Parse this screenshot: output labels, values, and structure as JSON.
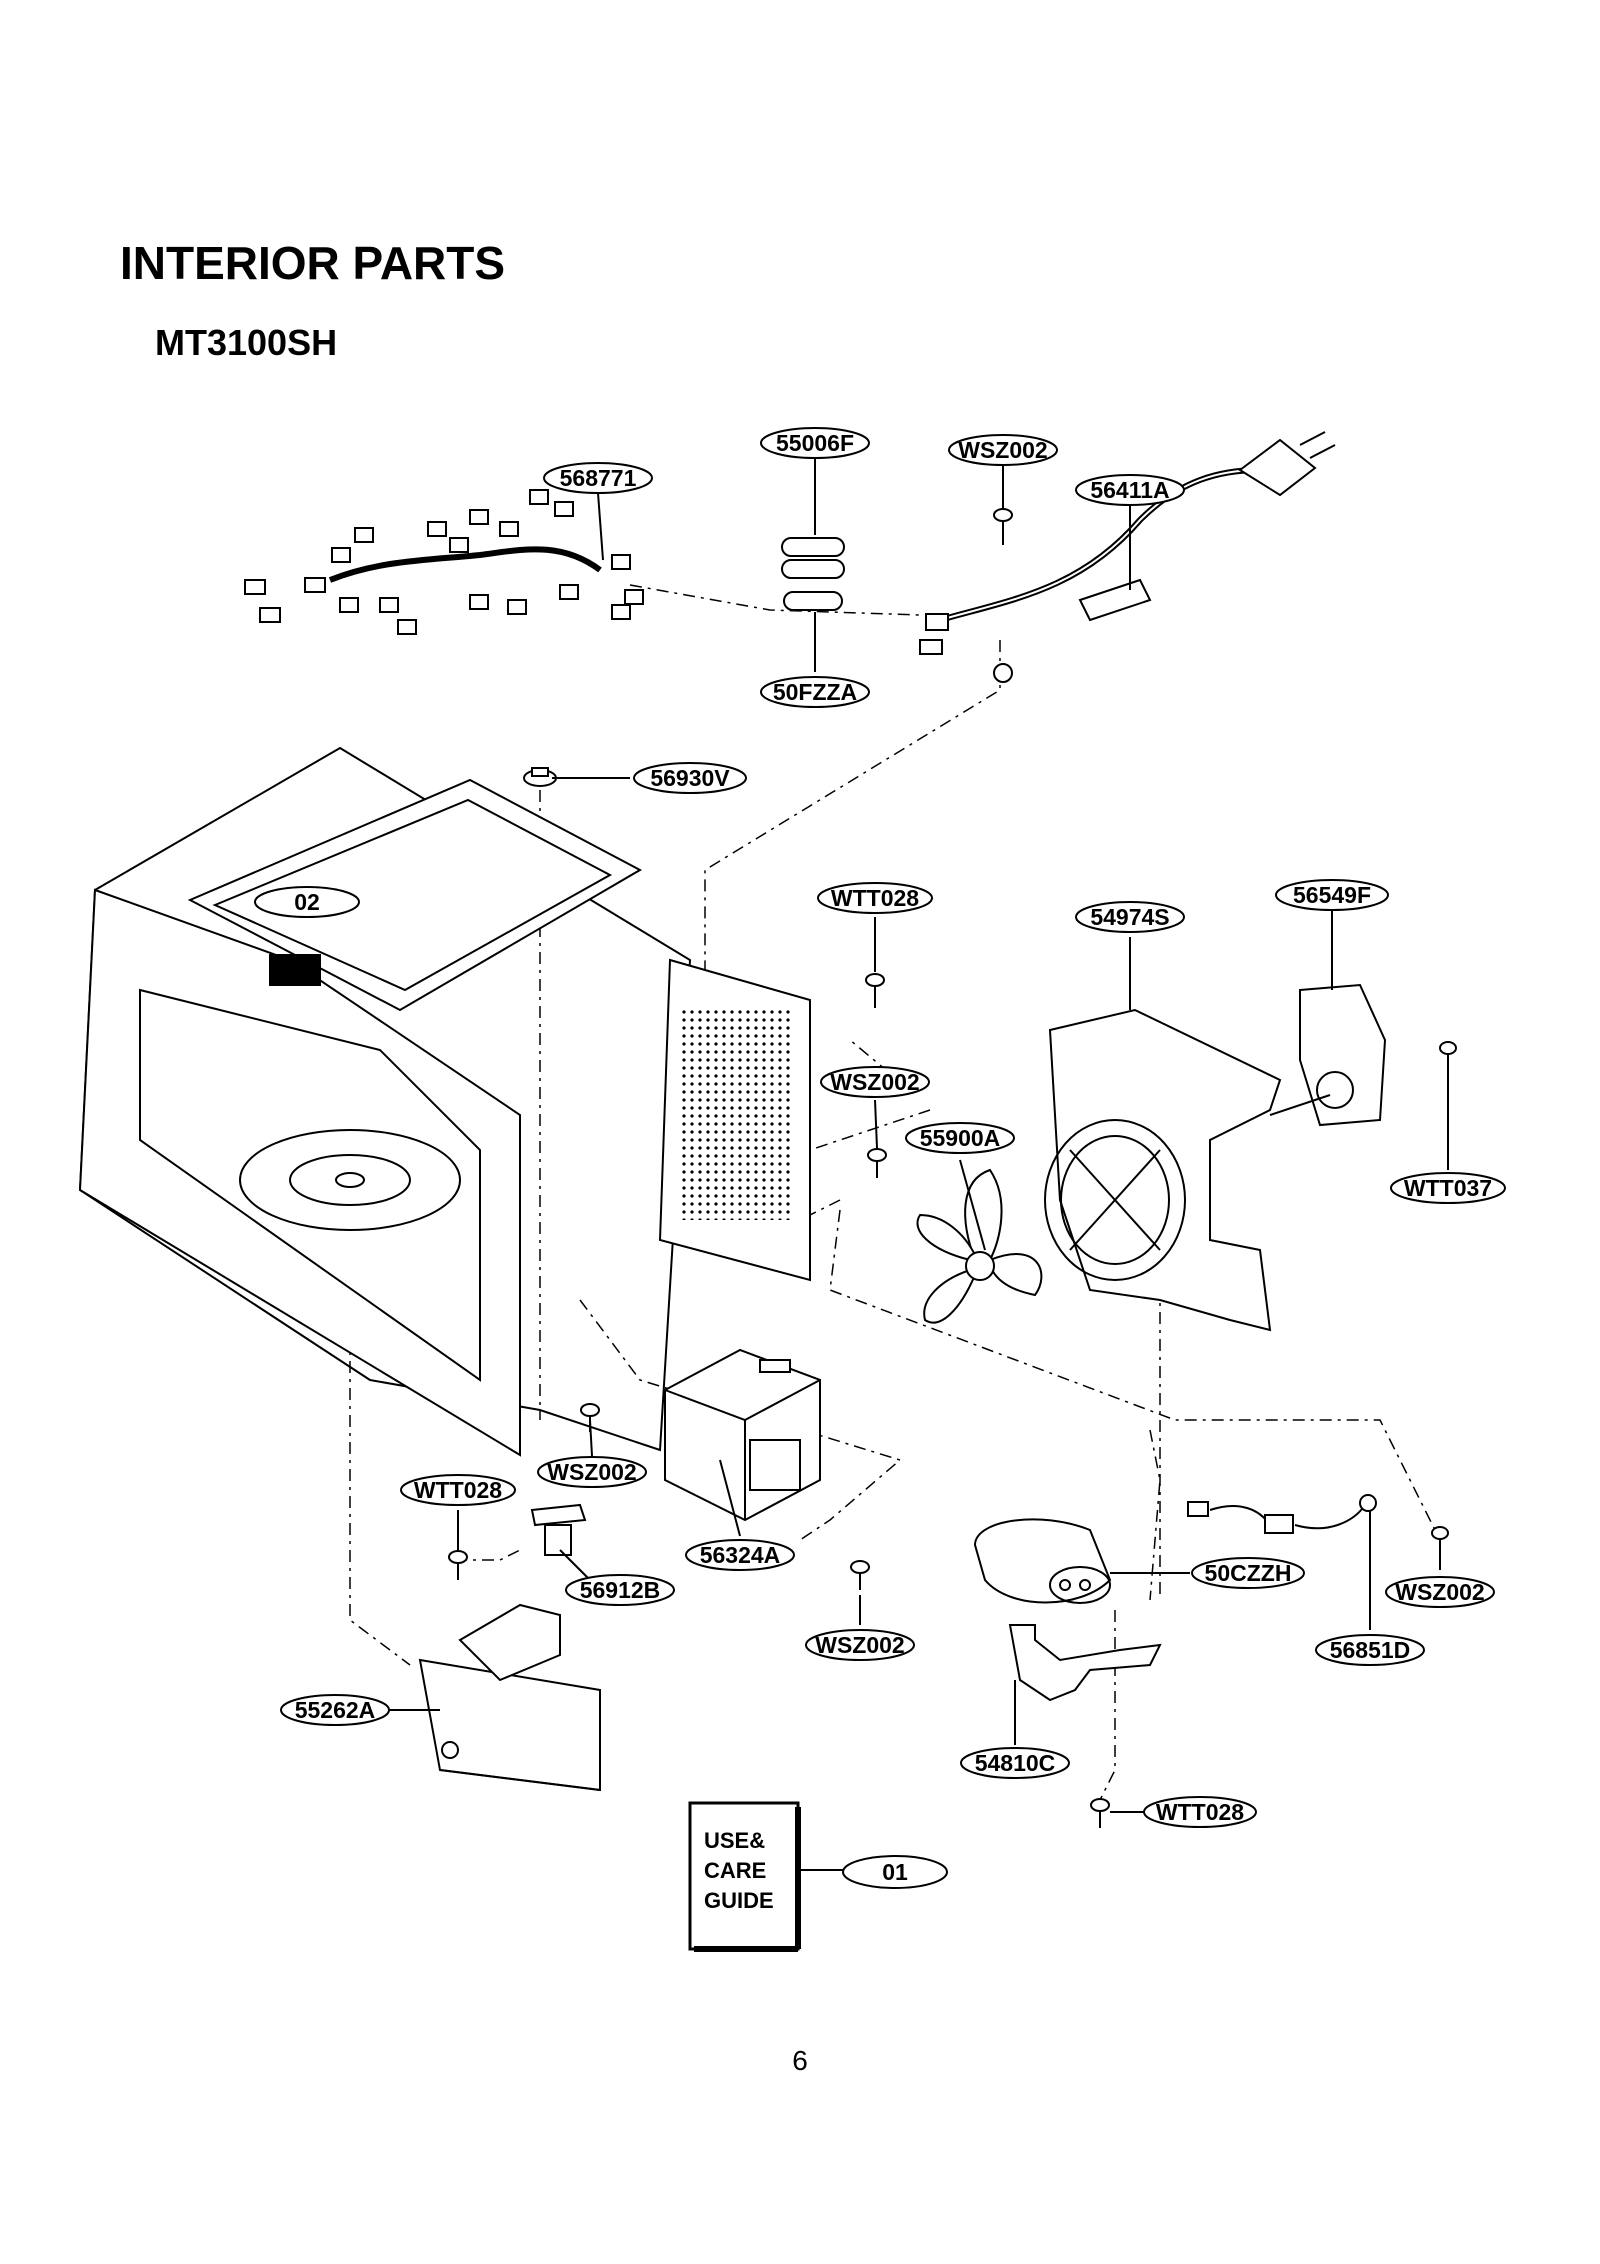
{
  "page": {
    "title": "INTERIOR PARTS",
    "model": "MT3100SH",
    "page_number": "6"
  },
  "guide_booklet": {
    "lines": [
      "USE&",
      "CARE",
      "GUIDE"
    ]
  },
  "callouts": [
    {
      "id": "c-568771",
      "label": "568771"
    },
    {
      "id": "c-55006F",
      "label": "55006F"
    },
    {
      "id": "c-WSZ002-top",
      "label": "WSZ002"
    },
    {
      "id": "c-56411A",
      "label": "56411A"
    },
    {
      "id": "c-50FZZA",
      "label": "50FZZA"
    },
    {
      "id": "c-56930V",
      "label": "56930V"
    },
    {
      "id": "c-02",
      "label": "02"
    },
    {
      "id": "c-WTT028-mid",
      "label": "WTT028"
    },
    {
      "id": "c-54974S",
      "label": "54974S"
    },
    {
      "id": "c-56549F",
      "label": "56549F"
    },
    {
      "id": "c-WSZ002-mid",
      "label": "WSZ002"
    },
    {
      "id": "c-55900A",
      "label": "55900A"
    },
    {
      "id": "c-WTT037",
      "label": "WTT037"
    },
    {
      "id": "c-WTT028-left",
      "label": "WTT028"
    },
    {
      "id": "c-WSZ002-left",
      "label": "WSZ002"
    },
    {
      "id": "c-56324A",
      "label": "56324A"
    },
    {
      "id": "c-56912B",
      "label": "56912B"
    },
    {
      "id": "c-WSZ002-low",
      "label": "WSZ002"
    },
    {
      "id": "c-50CZZH",
      "label": "50CZZH"
    },
    {
      "id": "c-WSZ002-right",
      "label": "WSZ002"
    },
    {
      "id": "c-56851D",
      "label": "56851D"
    },
    {
      "id": "c-55262A",
      "label": "55262A"
    },
    {
      "id": "c-54810C",
      "label": "54810C"
    },
    {
      "id": "c-WTT028-bottom",
      "label": "WTT028"
    },
    {
      "id": "c-01",
      "label": "01"
    }
  ]
}
